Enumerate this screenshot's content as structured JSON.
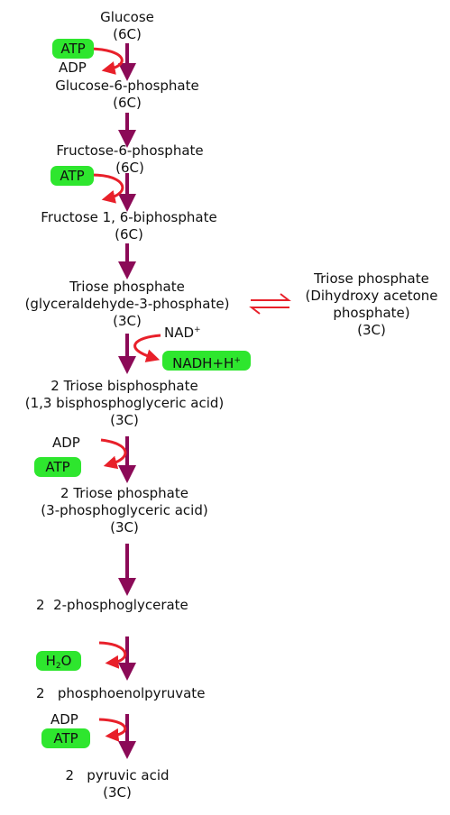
{
  "colors": {
    "pathway_arrow": "#8b0a57",
    "cofactor_arrow": "#e8202a",
    "cofactor_fill": "#2ee62e",
    "text": "#111111"
  },
  "steps": {
    "glucose": {
      "name": "Glucose",
      "carbons": "(6C)"
    },
    "g6p": {
      "name": "Glucose-6-phosphate",
      "carbons": "(6C)"
    },
    "f6p": {
      "name": "Fructose-6-phosphate",
      "carbons": "(6C)"
    },
    "fbp": {
      "name": "Fructose 1, 6-biphosphate",
      "carbons": "(6C)"
    },
    "triose": {
      "name": "Triose phosphate",
      "detail": "(glyceraldehyde-3-phosphate)",
      "carbons": "(3C)"
    },
    "triose_iso": {
      "name": "Triose phosphate",
      "detail1": "(Dihydroxy acetone",
      "detail2": "phosphate)",
      "carbons": "(3C)"
    },
    "bpg": {
      "name": "2 Triose bisphosphate",
      "detail": "(1,3 bisphosphoglyceric acid)",
      "carbons": "(3C)"
    },
    "pga": {
      "name": "2 Triose phosphate",
      "detail": "(3-phosphoglyceric acid)",
      "carbons": "(3C)"
    },
    "pg2": {
      "count": "2",
      "name": "2-phosphoglycerate"
    },
    "pep": {
      "count": "2",
      "name": "phosphoenolpyruvate"
    },
    "pyruvate": {
      "count": "2",
      "name": "pyruvic acid",
      "carbons": "(3C)"
    }
  },
  "cofactors": {
    "atp": "ATP",
    "adp": "ADP",
    "nad": "NAD",
    "nadh": "NADH+H",
    "plus": "+",
    "water_h": "H",
    "water_sub": "2",
    "water_o": "O"
  }
}
